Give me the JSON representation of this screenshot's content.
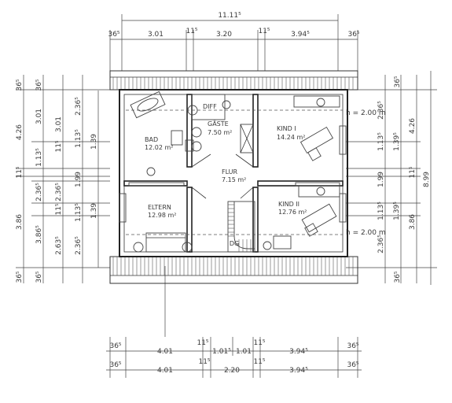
{
  "top_dims": {
    "overall": "11.11⁵",
    "segments": [
      "36⁵",
      "3.01",
      "11⁵",
      "3.20",
      "11⁵",
      "3.94⁵",
      "36⁵"
    ]
  },
  "bottom_dims": {
    "row1": [
      "36⁵",
      "4.01",
      "11⁵",
      "1.01⁵",
      "1.01",
      "11⁵",
      "3.94⁵",
      "36⁵"
    ],
    "row2": [
      "36⁵",
      "4.01",
      "11⁵",
      "2.20",
      "11⁵",
      "3.94⁵",
      "36⁵"
    ]
  },
  "left_dims": {
    "col1": [
      "36⁵",
      "4.26",
      "11⁵",
      "3.86",
      "36⁵"
    ],
    "col2": [
      "36⁵",
      "3.01",
      "1.13⁵",
      "2.36⁵",
      "3.86⁵",
      "36⁵"
    ],
    "col3": [
      "3.01",
      "11⁵",
      "2.36⁵",
      "11⁵",
      "2.63⁵"
    ],
    "col4": [
      "2.36⁵",
      "1.13⁵",
      "1.99",
      "1.13⁵",
      "2.36⁵"
    ],
    "col5": [
      "1.39",
      "1.39"
    ]
  },
  "right_dims": {
    "col1": [
      "36⁵",
      "2.36⁵",
      "1.13⁵",
      "1.99",
      "1.13⁵",
      "2.36⁵",
      "36⁵"
    ],
    "col2": [
      "4.26",
      "11⁵",
      "3.86"
    ],
    "col3": [
      "1.39⁵",
      "1.39⁵"
    ],
    "overall": "8.99",
    "heights": [
      "h = 2.00 m",
      "h = 2.00 m"
    ]
  },
  "rooms": {
    "bad": {
      "name": "BAD",
      "area": "12.02 m²"
    },
    "gaeste": {
      "name": "GÄSTE",
      "area": "7.50 m²"
    },
    "diff": {
      "name": "DIFF"
    },
    "kind1": {
      "name": "KIND I",
      "area": "14.24 m²"
    },
    "flur": {
      "name": "FLUR",
      "area": "7.15 m²"
    },
    "eltern": {
      "name": "ELTERN",
      "area": "12.98 m²"
    },
    "kind2": {
      "name": "KIND II",
      "area": "12.76 m²"
    },
    "stair": {
      "name": "DG"
    }
  }
}
